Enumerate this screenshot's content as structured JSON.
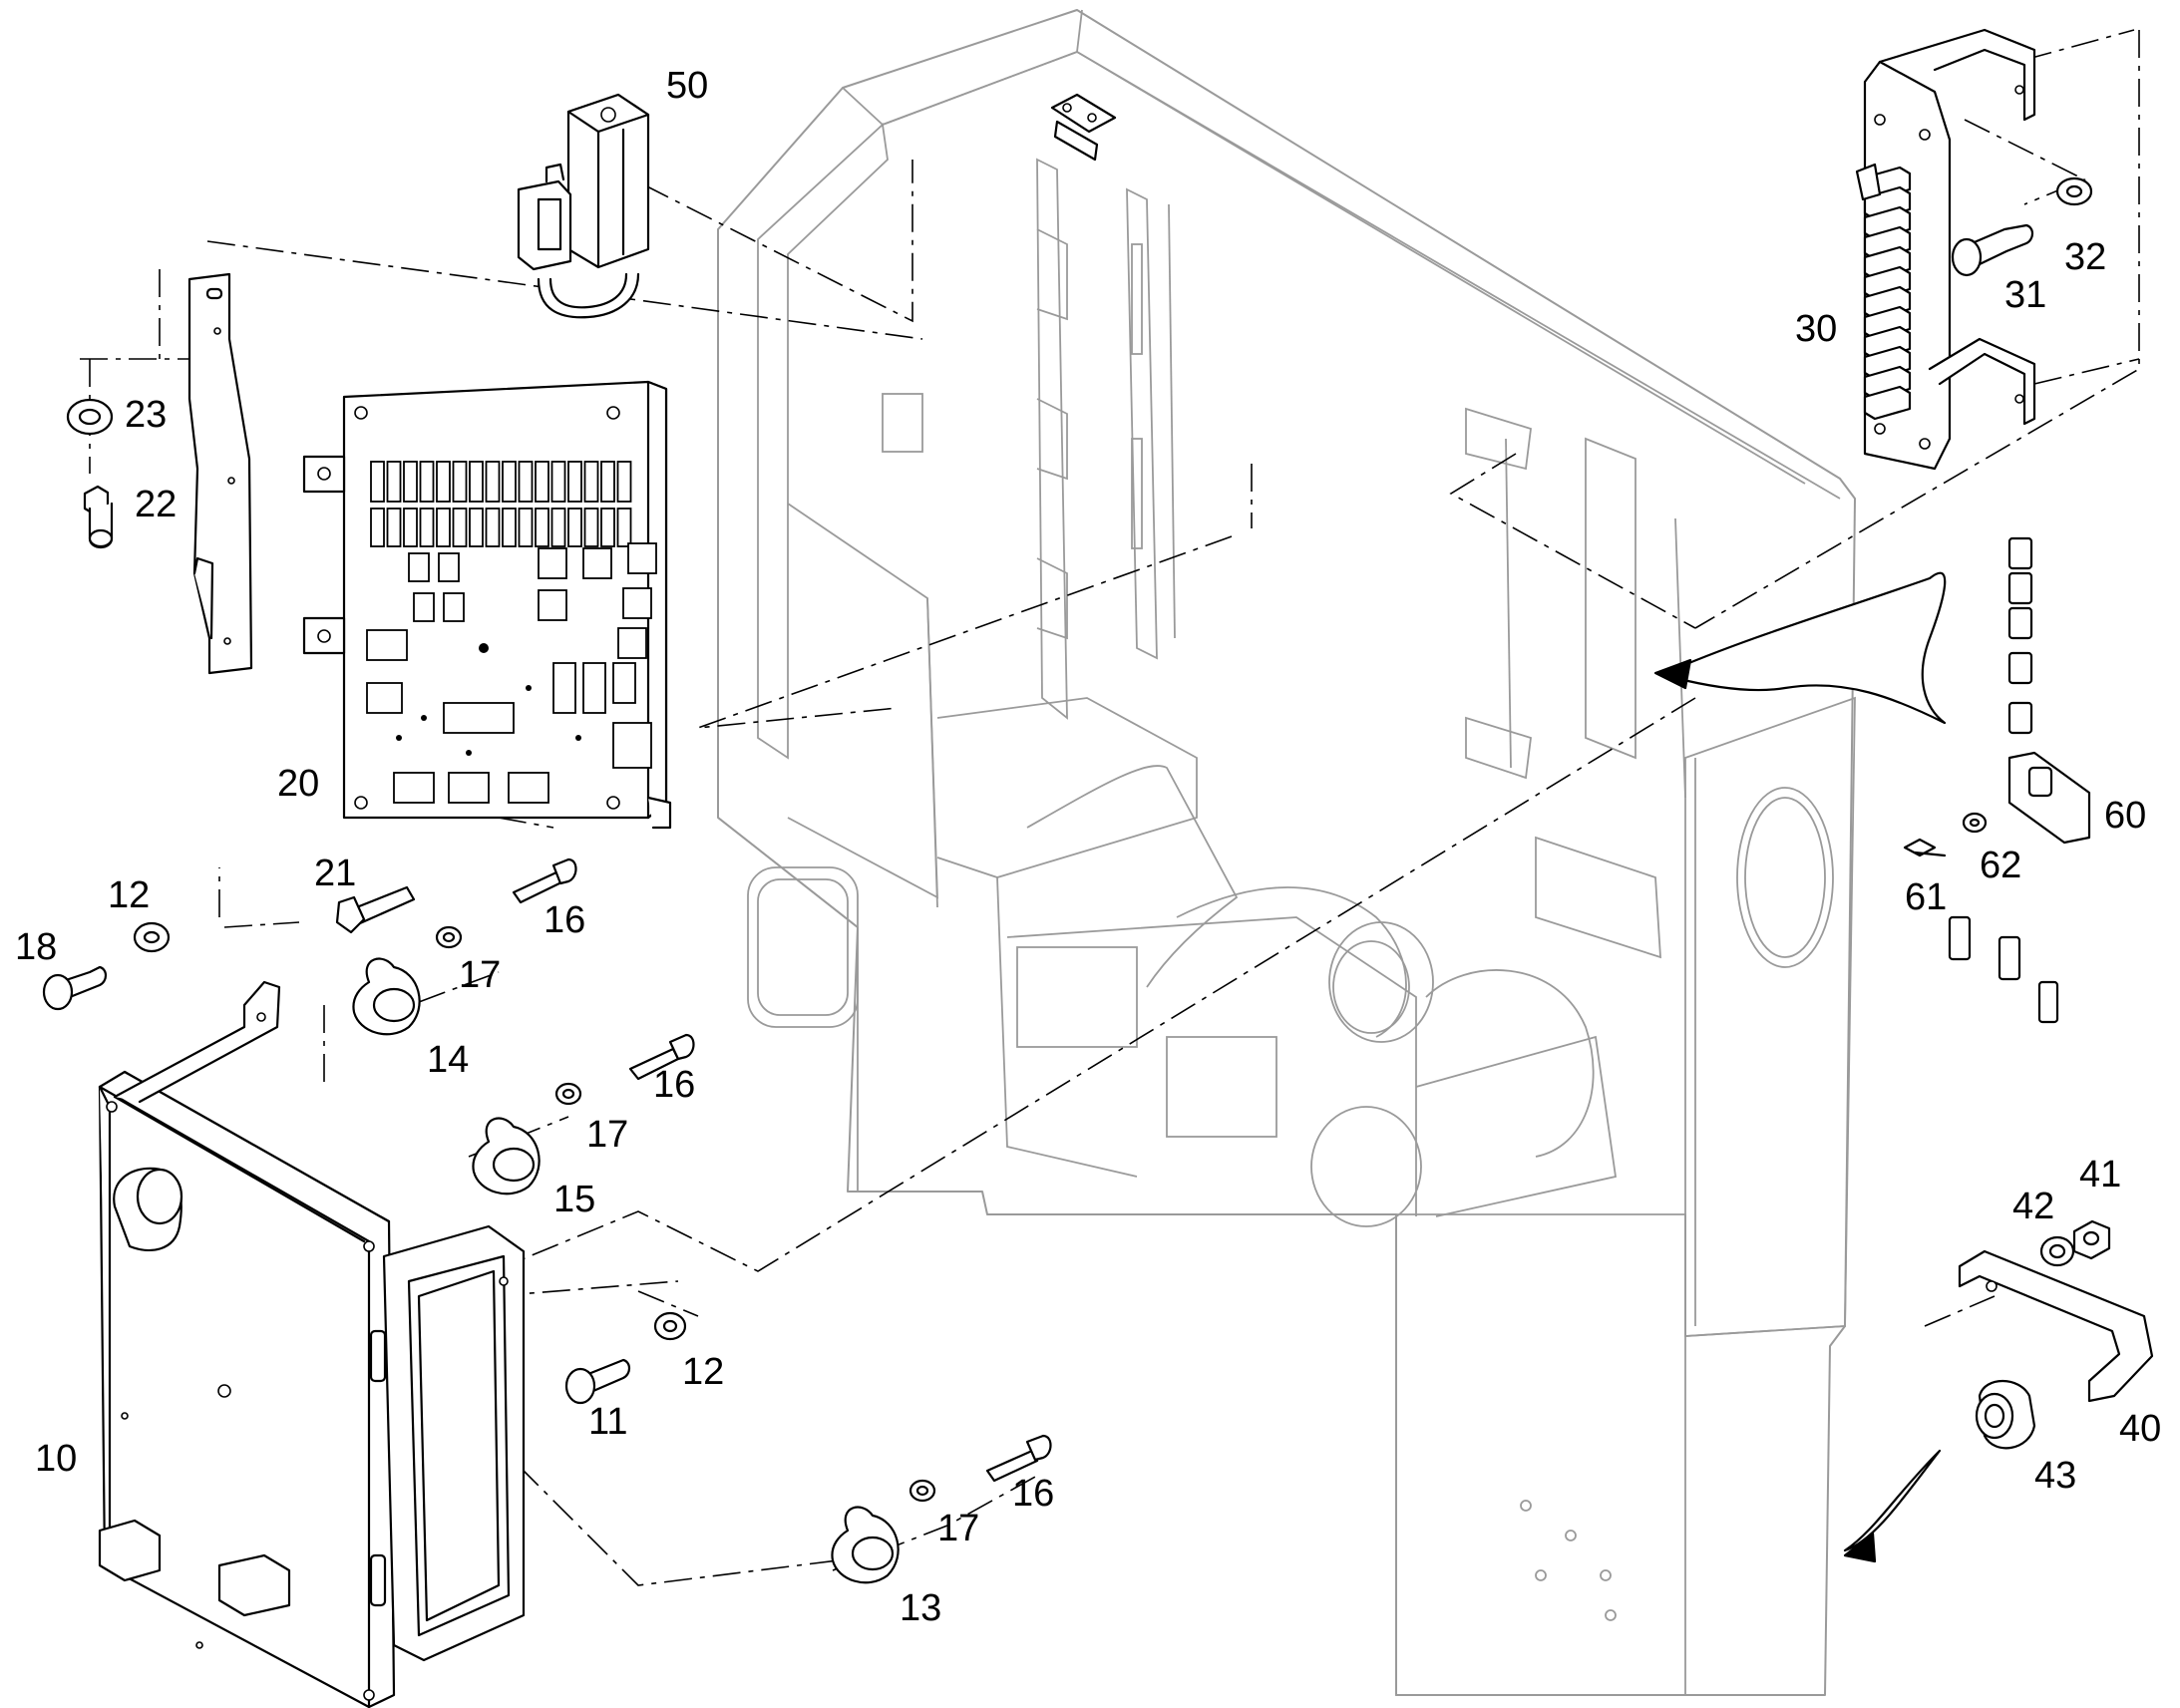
{
  "labels": {
    "part_10": "10",
    "part_11": "11",
    "part_12_top": "12",
    "part_12_bottom": "12",
    "part_13": "13",
    "part_14": "14",
    "part_15": "15",
    "part_16_a": "16",
    "part_16_b": "16",
    "part_16_c": "16",
    "part_17_a": "17",
    "part_17_b": "17",
    "part_17_c": "17",
    "part_18": "18",
    "part_20": "20",
    "part_21": "21",
    "part_22": "22",
    "part_23": "23",
    "part_30": "30",
    "part_31": "31",
    "part_32": "32",
    "part_40": "40",
    "part_41": "41",
    "part_42": "42",
    "part_43": "43",
    "part_50": "50",
    "part_60": "60",
    "part_61": "61",
    "part_62": "62"
  },
  "colors": {
    "line": "#000000",
    "frame": "#9a9a9a",
    "background": "#ffffff"
  }
}
